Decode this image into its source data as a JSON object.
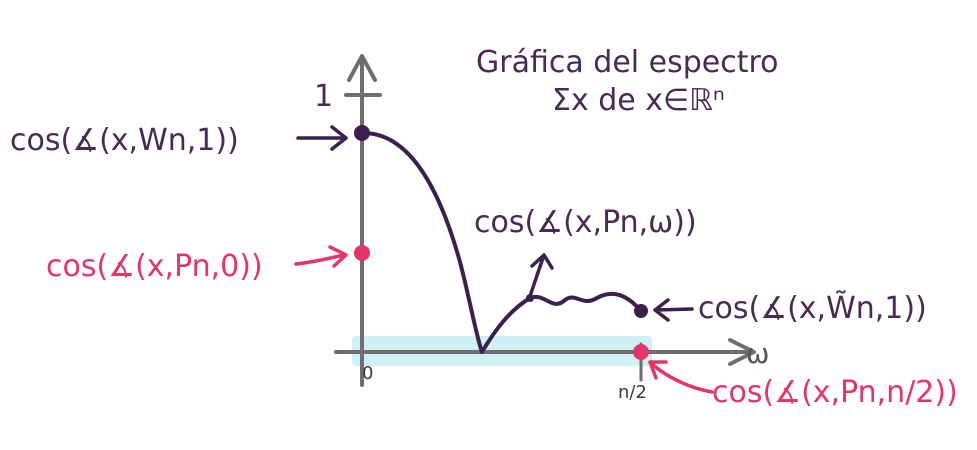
{
  "title": {
    "line1": "Gráfica del espectro",
    "line2": "Σx de x∈ℝⁿ"
  },
  "axes": {
    "y_tick": "1",
    "x_origin": "0",
    "x_end_tick": "n/2",
    "x_label": "ω"
  },
  "annotations": {
    "w_n1": "cos(∡(x,Wn,1))",
    "p_n0": "cos(∡(x,Pn,0))",
    "p_nw": "cos(∡(x,Pn,ω))",
    "wtilde_n1": "cos(∡(x,W̃n,1))",
    "p_nhalf": "cos(∡(x,Pn,n/2))"
  },
  "colors": {
    "curve": "#3d1f4d",
    "axis": "#6e6e6e",
    "pink": "#e63368",
    "dark_text": "#4a2a55",
    "band": "#c6eef5"
  }
}
